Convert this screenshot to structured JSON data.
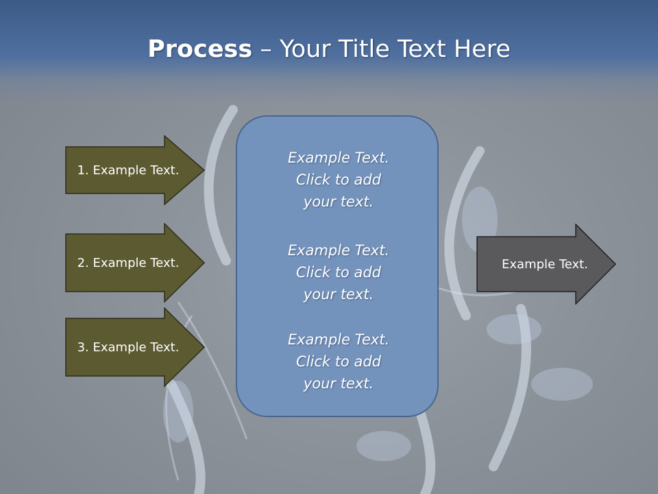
{
  "title": {
    "bold": "Process",
    "rest": " – Your Title Text Here"
  },
  "left_arrows": [
    {
      "label": "1. Example Text."
    },
    {
      "label": "2. Example Text."
    },
    {
      "label": "3. Example Text."
    }
  ],
  "center_box": {
    "items": [
      {
        "line1": "Example Text.",
        "line2": "Click  to add",
        "line3": "your text."
      },
      {
        "line1": "Example Text.",
        "line2": "Click  to add",
        "line3": "your text."
      },
      {
        "line1": "Example Text.",
        "line2": "Click  to add",
        "line3": "your text."
      }
    ]
  },
  "right_arrow": {
    "label": "Example Text."
  },
  "colors": {
    "left_arrow_fill": "#5c5a30",
    "right_arrow_fill": "#5a5a5c",
    "center_box_fill": "#7393bd",
    "title_bar": "#3d5a86"
  }
}
